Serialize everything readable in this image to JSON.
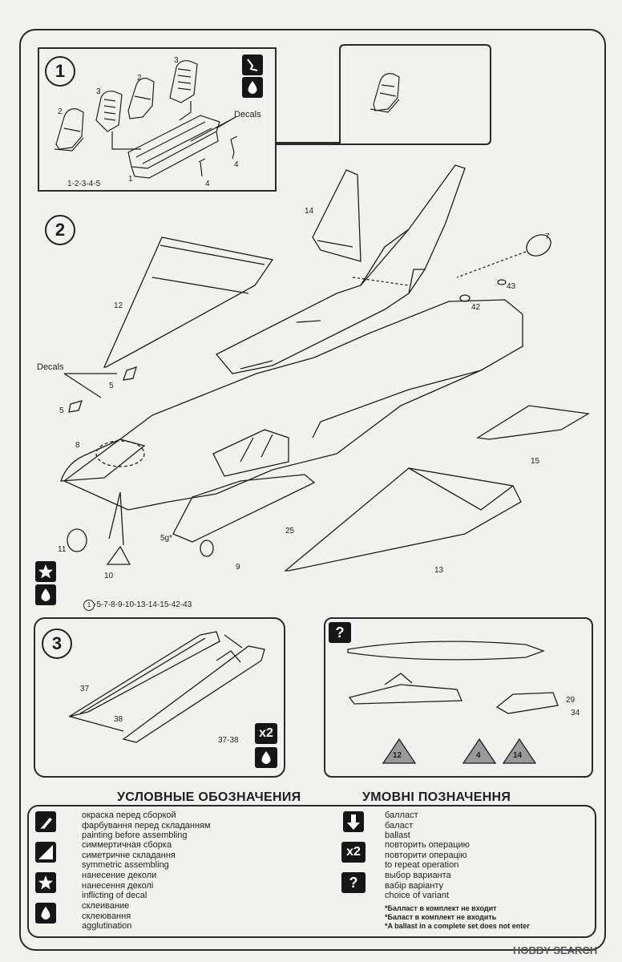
{
  "steps": {
    "s1": {
      "number": "1",
      "labels": {
        "seat2a": "2",
        "seat3a": "3",
        "seat2b": "2",
        "seat3b": "3",
        "decals": "Decals",
        "part1": "1",
        "part4a": "4",
        "part4b": "4",
        "seq": "1-2-3-4-5"
      }
    },
    "s2": {
      "number": "2",
      "labels": {
        "p14": "14",
        "p7": "7",
        "p12": "12",
        "p42": "42",
        "p43": "43",
        "decals": "Decals",
        "p5a": "5",
        "p5b": "5",
        "p8": "8",
        "p15": "15",
        "p11": "11",
        "p10": "10",
        "p5g": "5g*",
        "p25": "25",
        "p9": "9",
        "p13": "13"
      },
      "sequence": "-5-7-8-9-10-13-14-15-42-43",
      "sequence_ref": "1"
    },
    "s3": {
      "number": "3",
      "labels": {
        "p37": "37",
        "p38": "38",
        "p3738": "37-38"
      },
      "x2": "x2"
    },
    "variant": {
      "symbol": "?",
      "labels": {
        "p29": "29",
        "p34": "34"
      },
      "triangles": [
        "12",
        "4",
        "14"
      ]
    }
  },
  "legend": {
    "title_ru": "УСЛОВНЫЕ ОБОЗНАЧЕНИЯ",
    "title_ua": "УМОВНІ ПОЗНАЧЕННЯ",
    "left": [
      {
        "icon": "brush-icon",
        "ru": "окраска перед сборкой",
        "ua": "фарбування перед складанням",
        "en": "painting before assembling"
      },
      {
        "icon": "symmetric-icon",
        "ru": "симмертичная сборка",
        "ua": "симетричне складання",
        "en": "symmetric assembling"
      },
      {
        "icon": "star-icon",
        "ru": "нанесение деколи",
        "ua": "нанесення деколі",
        "en": "inflicting of decal"
      },
      {
        "icon": "drop-icon",
        "ru": "склеивание",
        "ua": "склеювання",
        "en": "agglutination"
      }
    ],
    "right": [
      {
        "icon": "arrow-down-icon",
        "ru": "балласт",
        "ua": "баласт",
        "en": "ballast"
      },
      {
        "icon": "x2",
        "ru": "повторить операцию",
        "ua": "повторити операцію",
        "en": "to repeat operation"
      },
      {
        "icon": "?",
        "ru": "выбор варианта",
        "ua": "вабір варіанту",
        "en": "choice of variant"
      }
    ],
    "notes": {
      "ru": "*Баллаcт в комплект не входит",
      "ua": "*Баласт в комплект не входить",
      "en": "*A ballast in a complete set does not enter"
    }
  },
  "watermark": "HOBBY SEARCH",
  "colors": {
    "ink": "#1e1e1e",
    "paper": "#f1f1ef",
    "triangle": "#9a9a9a"
  }
}
